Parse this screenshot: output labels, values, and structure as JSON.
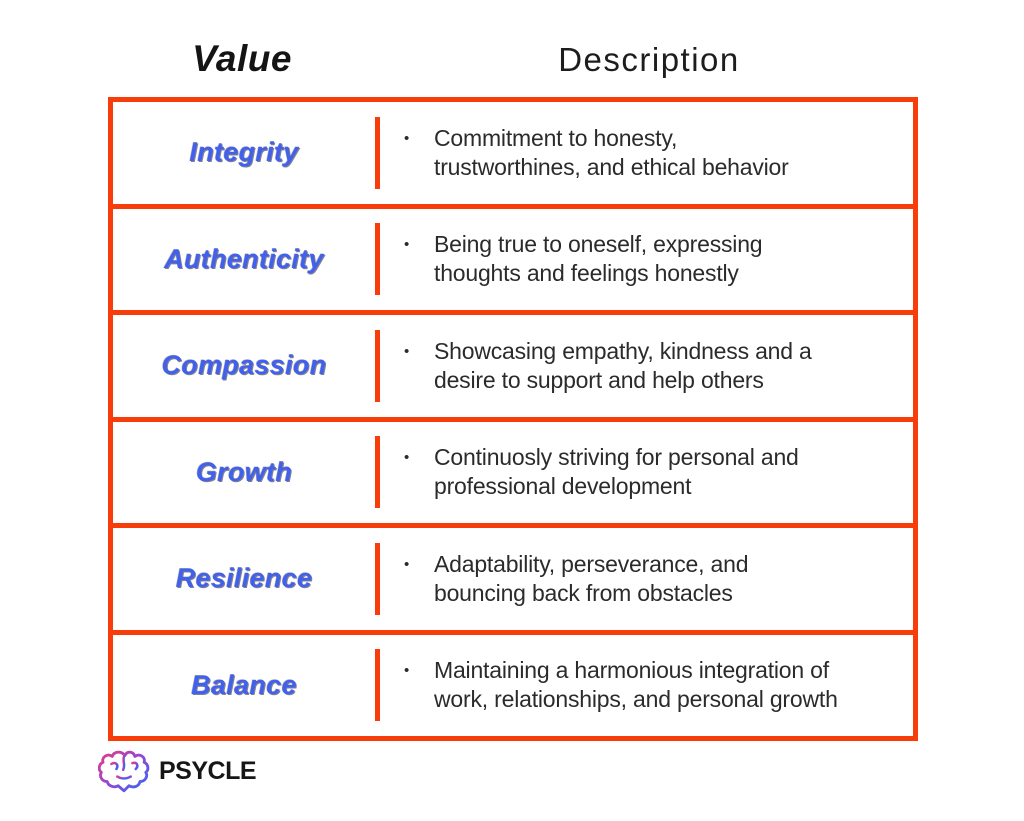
{
  "header": {
    "value_label": "Value",
    "description_label": "Description"
  },
  "table": {
    "bullet": "•",
    "rows": [
      {
        "value": "Integrity",
        "line1": "Commitment to honesty,",
        "line2": "trustworthines, and ethical behavior"
      },
      {
        "value": "Authenticity",
        "line1": "Being true to oneself, expressing",
        "line2": "thoughts and feelings honestly"
      },
      {
        "value": "Compassion",
        "line1": "Showcasing empathy, kindness and a",
        "line2": "desire to support and help others"
      },
      {
        "value": "Growth",
        "line1": "Continuosly striving for personal and",
        "line2": "professional development"
      },
      {
        "value": "Resilience",
        "line1": "Adaptability, perseverance, and",
        "line2": "bouncing back from obstacles"
      },
      {
        "value": "Balance",
        "line1": "Maintaining a harmonious integration of",
        "line2": "work, relationships, and personal growth"
      }
    ]
  },
  "colors": {
    "accent_orange": "#F93D0A",
    "value_blue": "#4161EC",
    "text_dark": "#2B2B2B",
    "logo_gradient_start": "#E23E84",
    "logo_gradient_mid": "#9146D8",
    "logo_gradient_end": "#2F6BF2"
  },
  "logo": {
    "brand": "PSYCLE",
    "icon": "brain-icon"
  }
}
